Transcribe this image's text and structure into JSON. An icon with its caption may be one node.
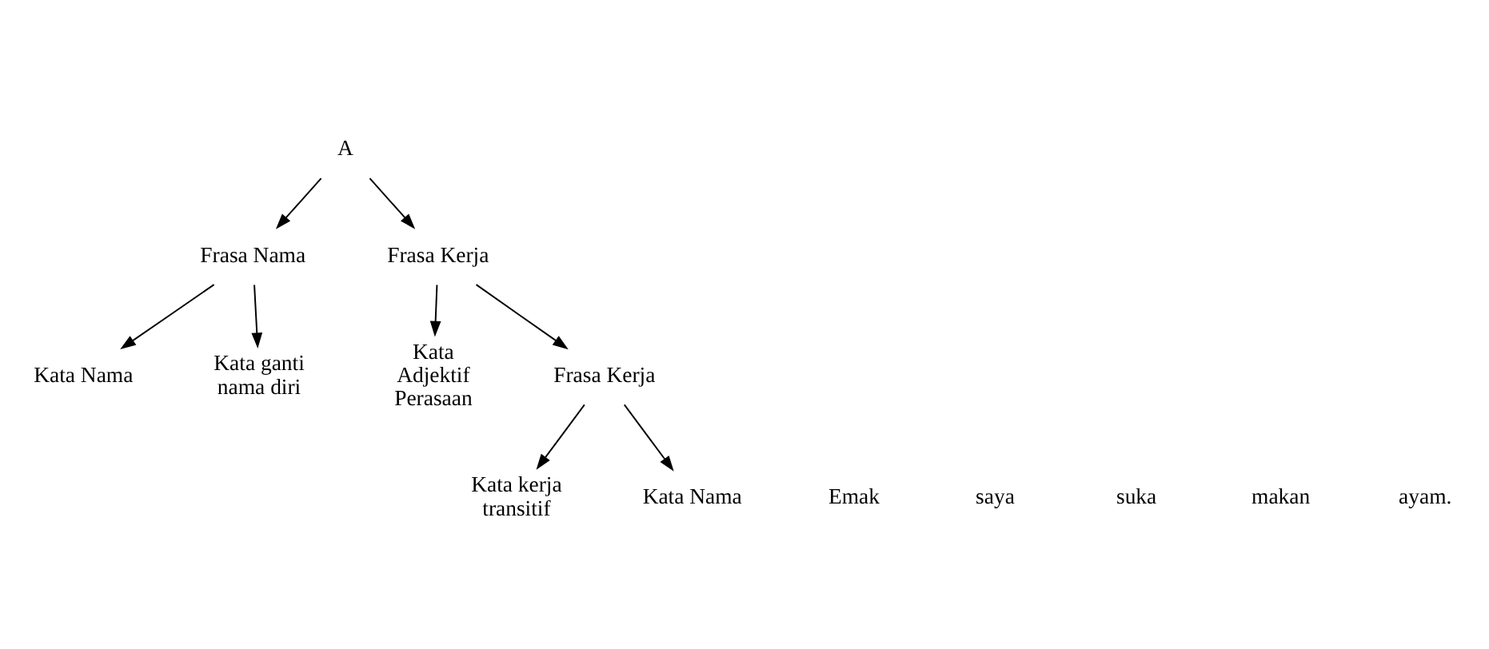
{
  "diagram": {
    "nodes": [
      {
        "text": [
          "A"
        ]
      },
      {
        "text": [
          "Frasa Nama"
        ]
      },
      {
        "text": [
          "Frasa Kerja"
        ]
      },
      {
        "text": [
          "Kata Nama"
        ]
      },
      {
        "text": [
          "Kata ganti nama diri"
        ]
      },
      {
        "text": [
          "Kata Adjektif Perasaan"
        ]
      },
      {
        "text": [
          "Frasa Kerja"
        ]
      },
      {
        "text": [
          "Kata kerja transitif"
        ]
      },
      {
        "text": [
          "Kata Nama"
        ]
      }
    ],
    "edges": [
      {
        "from": 0,
        "to": 1,
        "arrow": "to"
      },
      {
        "from": 0,
        "to": 2,
        "arrow": "to"
      },
      {
        "from": 1,
        "to": 3,
        "arrow": "to"
      },
      {
        "from": 1,
        "to": 4,
        "arrow": "to"
      },
      {
        "from": 2,
        "to": 5,
        "arrow": "to"
      },
      {
        "from": 2,
        "to": 6,
        "arrow": "to"
      },
      {
        "from": 6,
        "to": 7,
        "arrow": "to"
      },
      {
        "from": 6,
        "to": 8,
        "arrow": "to"
      }
    ],
    "labels": [
      "Emak",
      "saya",
      "suka",
      "makan",
      "ayam."
    ]
  }
}
